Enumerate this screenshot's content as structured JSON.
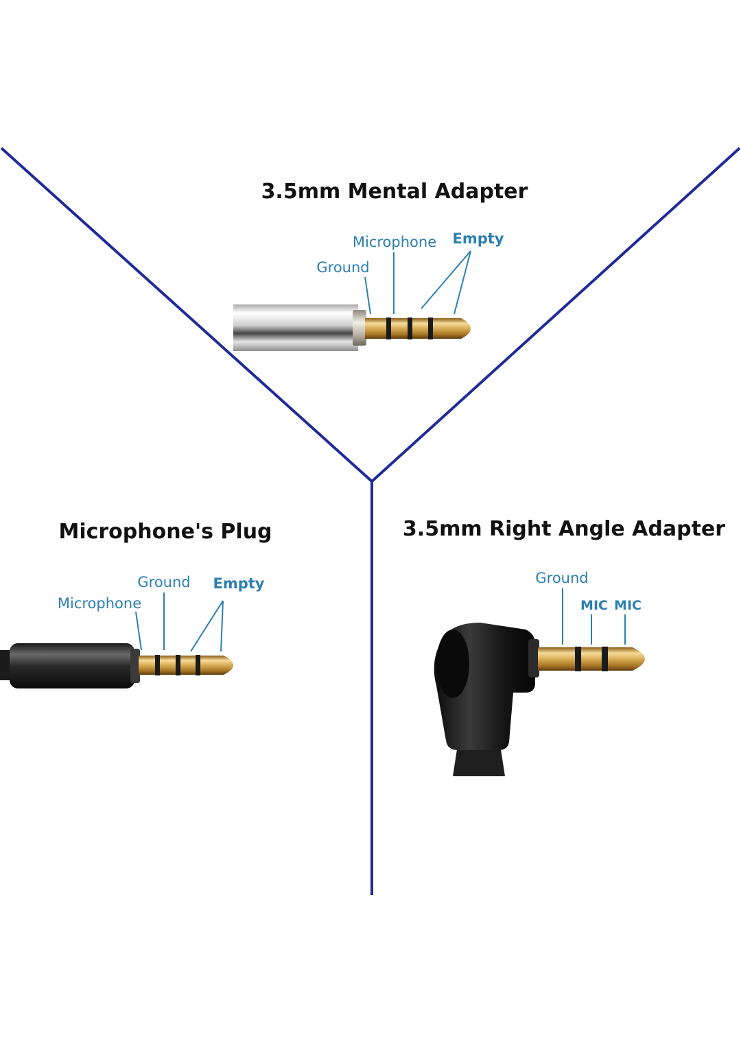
{
  "colors": {
    "divider": "#1f2a9a",
    "label": "#2c7fb1",
    "title": "#111111",
    "gold": "#d9ad57",
    "ring": "#1a1a1a"
  },
  "panels": {
    "mental": {
      "title": "3.5mm Mental Adapter",
      "labels": {
        "microphone": "Microphone",
        "empty": "Empty",
        "ground": "Ground"
      }
    },
    "plug": {
      "title": "Microphone's Plug",
      "labels": {
        "ground": "Ground",
        "empty": "Empty",
        "microphone": "Microphone"
      }
    },
    "right_angle": {
      "title": "3.5mm Right Angle Adapter",
      "labels": {
        "ground": "Ground",
        "mic1": "MIC",
        "mic2": "MIC"
      }
    }
  }
}
